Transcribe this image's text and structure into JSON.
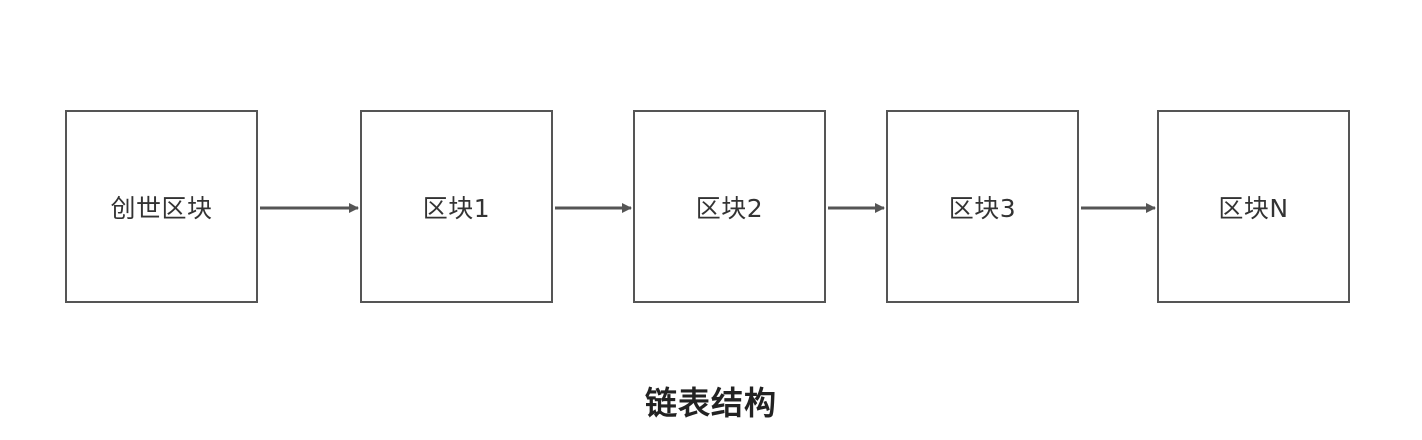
{
  "diagram": {
    "blocks": [
      {
        "label": "创世区块"
      },
      {
        "label": "区块1"
      },
      {
        "label": "区块2"
      },
      {
        "label": "区块3"
      },
      {
        "label": "区块N"
      }
    ],
    "caption": "链表结构"
  },
  "colors": {
    "stroke": "#555555",
    "text": "#333333",
    "background": "#ffffff"
  }
}
